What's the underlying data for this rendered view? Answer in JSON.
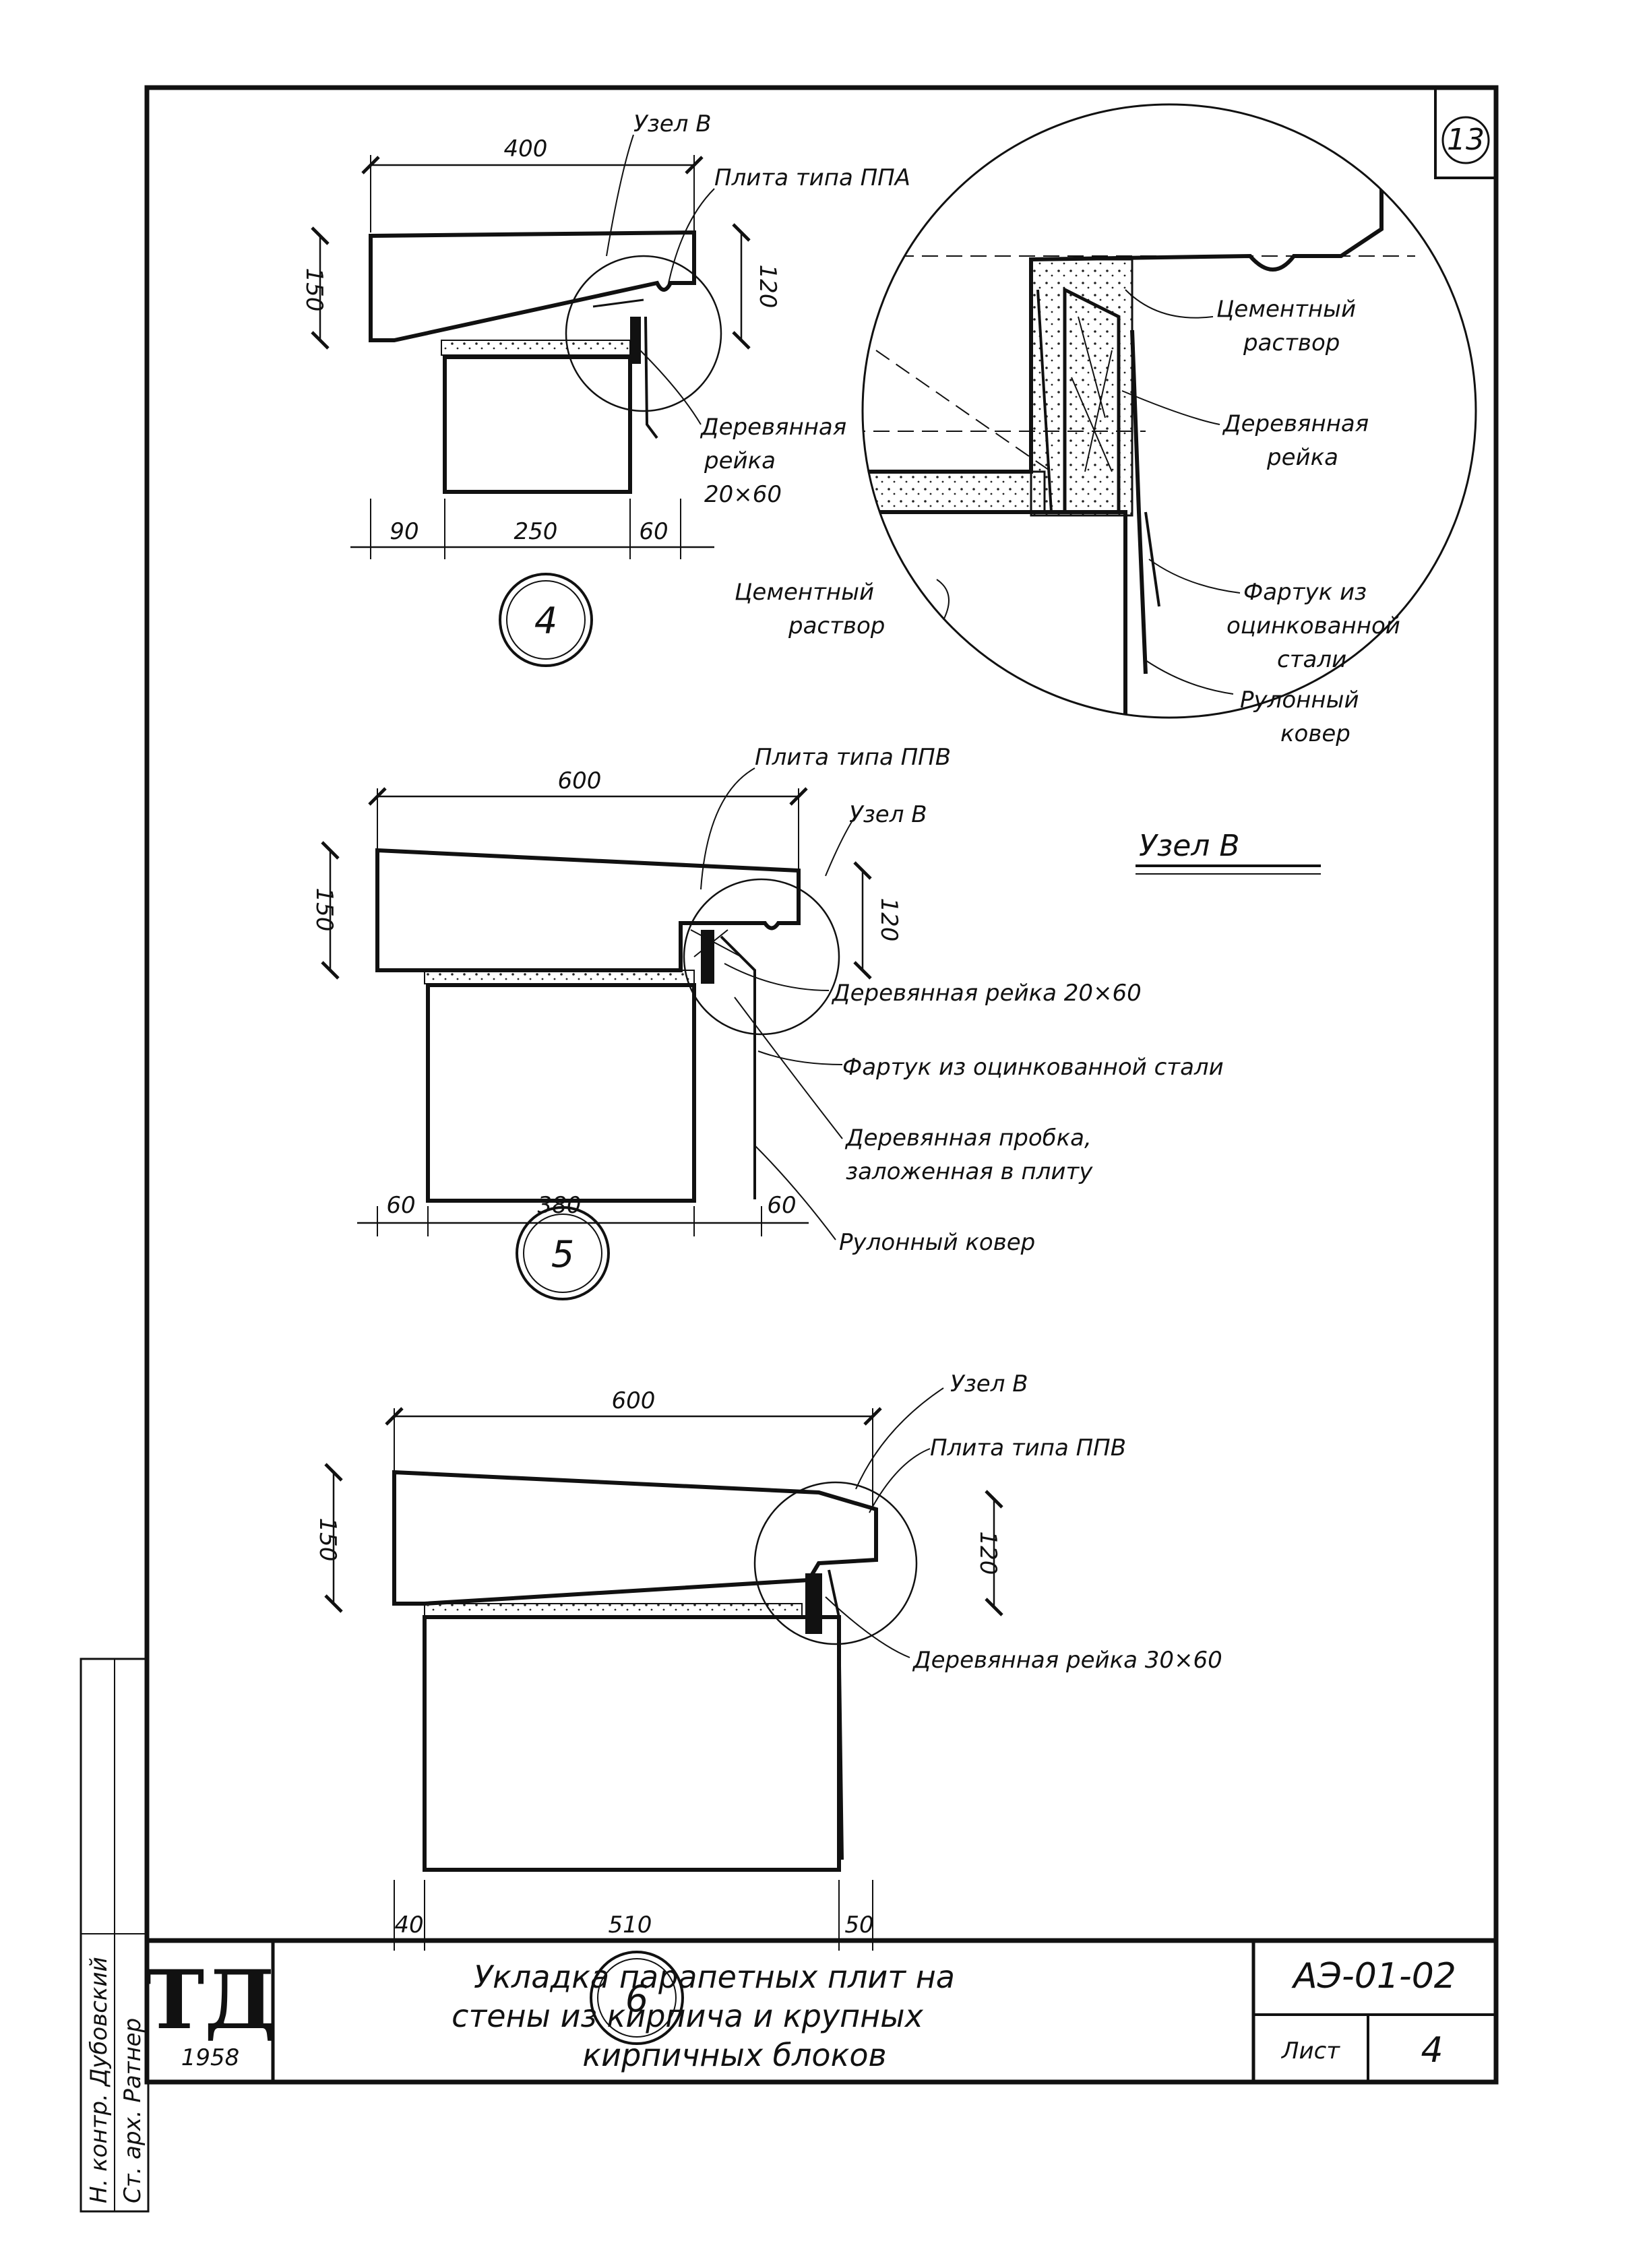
{
  "sheet": {
    "number": "13"
  },
  "detail4": {
    "number": "4",
    "dim_width": "400",
    "dim_h_left": "150",
    "dim_h_right": "120",
    "dim_b1": "90",
    "dim_b2": "250",
    "dim_b3": "60",
    "lbl_node": "Узел В",
    "lbl_slab": "Плита типа ППА",
    "lbl_rail": [
      "Деревянная",
      "рейка",
      "20×60"
    ]
  },
  "nodeB_detail": {
    "lbl_cement_top": [
      "Цементный",
      "раствор"
    ],
    "lbl_rail": [
      "Деревянная",
      "рейка"
    ],
    "lbl_apron": [
      "Фартук из",
      "оцинкованной",
      "стали"
    ],
    "lbl_cement_left": [
      "Цементный",
      "раствор"
    ],
    "lbl_roll": [
      "Рулонный",
      "ковер"
    ]
  },
  "nodeB_title": "Узел В",
  "detail5": {
    "number": "5",
    "dim_width": "600",
    "dim_h_left": "150",
    "dim_h_right": "120",
    "dim_b1": "60",
    "dim_b2": "380",
    "dim_b3": "60",
    "lbl_slab": "Плита типа ППВ",
    "lbl_node": "Узел В",
    "lbl_rail": "Деревянная рейка 20×60",
    "lbl_apron": "Фартук из оцинкованной стали",
    "lbl_plug": [
      "Деревянная пробка,",
      "заложенная в плиту"
    ],
    "lbl_roll": "Рулонный ковер"
  },
  "detail6": {
    "number": "6",
    "dim_width": "600",
    "dim_h_left": "150",
    "dim_h_right": "120",
    "dim_b1": "40",
    "dim_b2": "510",
    "dim_b3": "50",
    "lbl_node": "Узел В",
    "lbl_slab": "Плита типа ППВ",
    "lbl_rail": "Деревянная рейка 30×60"
  },
  "title_block": {
    "logo": "ТД",
    "year": "1958",
    "title_lines": [
      "Укладка парапетных плит на",
      "стены из кирпича и крупных",
      "кирпичных блоков"
    ],
    "code": "АЭ-01-02",
    "sheet_label": "Лист",
    "sheet_number": "4"
  },
  "side_stamp": {
    "rows": [
      "Н. контр.  Дубовский",
      "Ст. арх.   Ратнер"
    ]
  }
}
